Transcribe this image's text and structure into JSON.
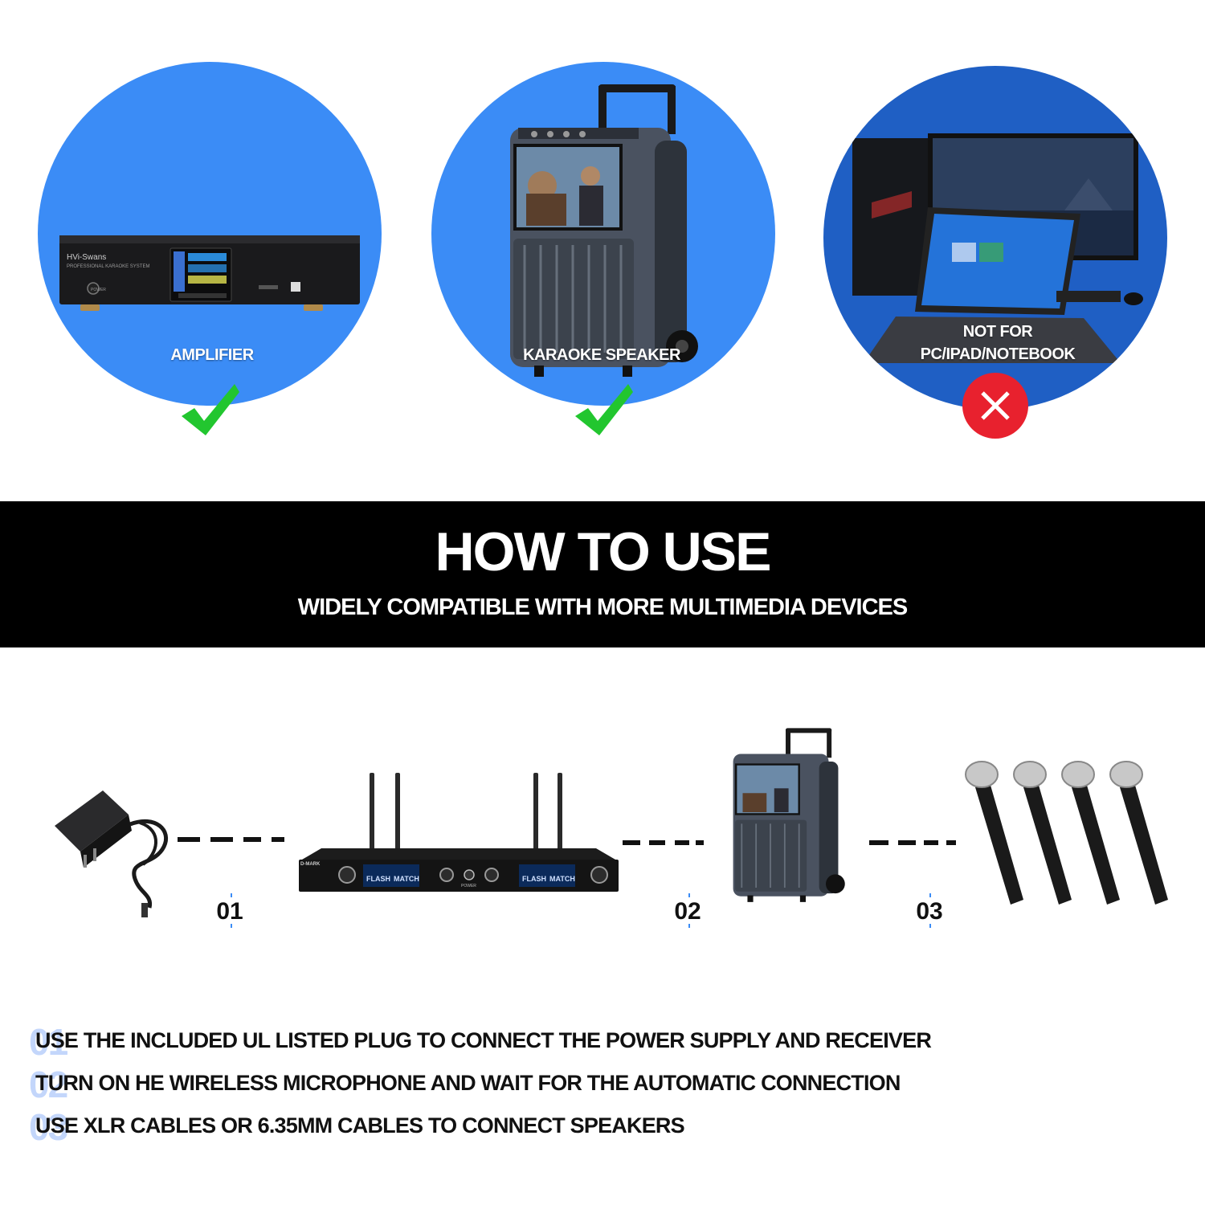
{
  "devices": {
    "amplifier": {
      "label": "AMPLIFIER",
      "status_icon": "check-icon",
      "brand_text": "HVi-Swans",
      "model_text": "PROFESSIONAL KARAOKE SYSTEM",
      "power_text": "POWER"
    },
    "karaoke_speaker": {
      "label": "KARAOKE SPEAKER",
      "status_icon": "check-icon"
    },
    "computer": {
      "label_line1": "NOT FOR",
      "label_line2": "PC/IPAD/NOTEBOOK",
      "status_icon": "cross-icon"
    }
  },
  "banner": {
    "title": "HOW TO USE",
    "subtitle": "WIDELY COMPATIBLE WITH MORE MULTIMEDIA DEVICES"
  },
  "diagram": {
    "steps": [
      "01",
      "02",
      "03"
    ],
    "receiver": {
      "brand": "D-MARK",
      "display_labels": [
        "FLASH",
        "MATCH",
        "FLASH",
        "MATCH"
      ],
      "power_label": "POWER"
    }
  },
  "instructions": [
    {
      "num": "01",
      "text": "USE THE INCLUDED UL LISTED PLUG TO CONNECT THE POWER SUPPLY AND RECEIVER"
    },
    {
      "num": "02",
      "text": "TURN ON HE WIRELESS MICROPHONE AND WAIT FOR THE AUTOMATIC CONNECTION"
    },
    {
      "num": "03",
      "text": "USE XLR CABLES OR 6.35MM CABLES TO CONNECT SPEAKERS"
    }
  ],
  "colors": {
    "circle_blue": "#3b8cf6",
    "circle_dark_blue": "#1f5fc4",
    "check_green": "#22c62f",
    "cross_red": "#e8212e",
    "banner_black": "#000000",
    "faded_number_blue": "#c3d6fb"
  }
}
